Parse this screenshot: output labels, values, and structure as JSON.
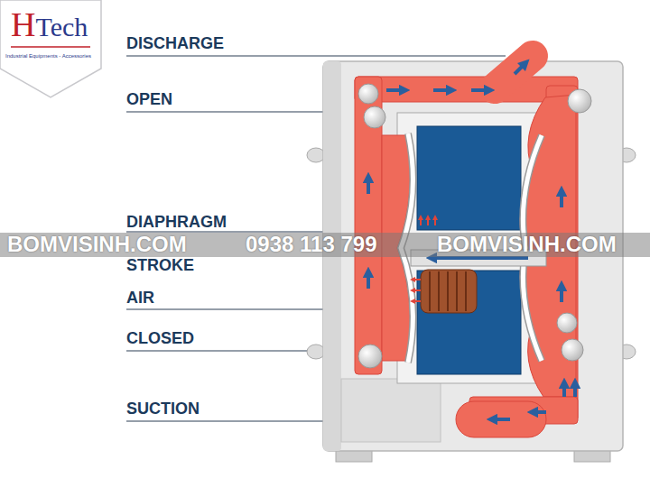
{
  "diagram": {
    "labels": [
      "HTech",
      "Industrial Equipments - Accessories",
      "DISCHARGE",
      "OPEN",
      "DIAPHRAGM STROKE",
      "AIR",
      "CLOSED",
      "SUCTION",
      "BOMVISINH.COM",
      "0938 113 799",
      "BOMVISINH.COM"
    ]
  }
}
